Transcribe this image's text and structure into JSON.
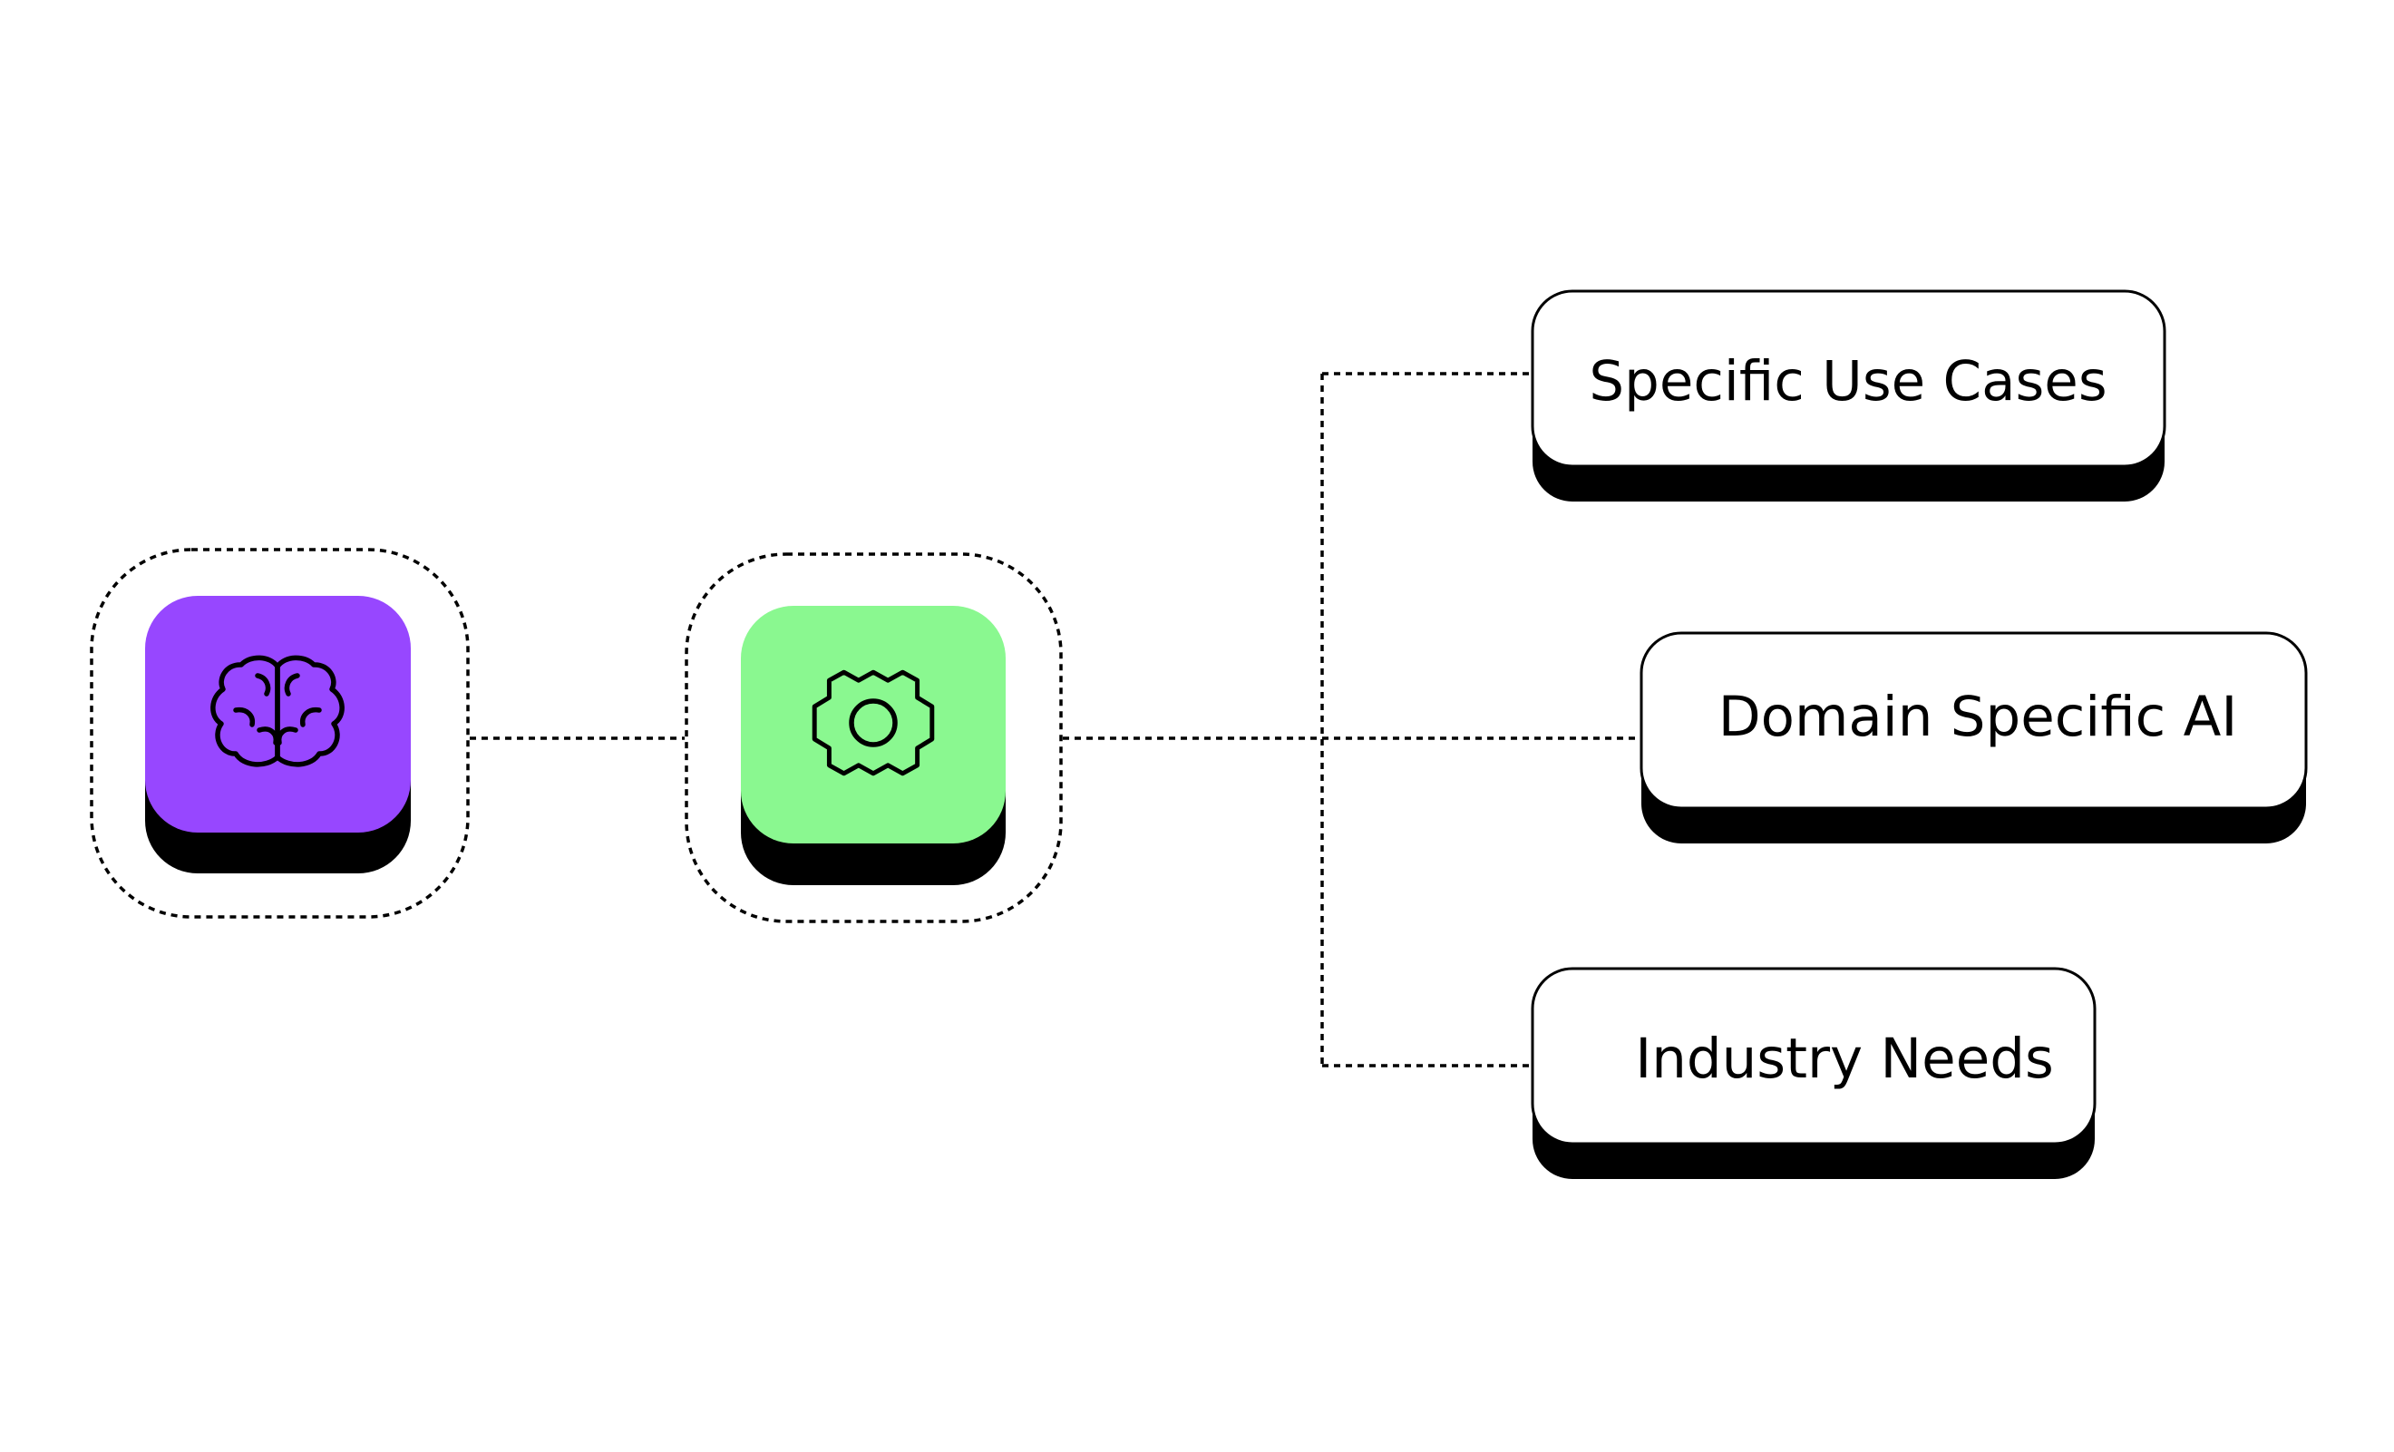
{
  "diagram": {
    "nodes": [
      {
        "id": "brain",
        "icon": "brain-icon",
        "color": "#9747FF"
      },
      {
        "id": "settings",
        "icon": "gear-icon",
        "color": "#8AF890"
      }
    ],
    "outputs": [
      {
        "label": "Specific Use Cases"
      },
      {
        "label": "Domain Specific AI"
      },
      {
        "label": "Industry Needs"
      }
    ],
    "colors": {
      "card_fill": "#FFFFFF",
      "card_border": "#000000",
      "shadow": "#000000",
      "connector": "#000000"
    }
  }
}
